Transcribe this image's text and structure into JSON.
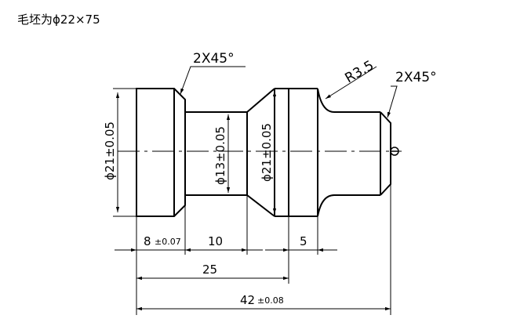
{
  "caption": "毛坯为ϕ22×75",
  "dims": {
    "chamfer_left": "2X45°",
    "chamfer_right": "2X45°",
    "radius": "R3.5",
    "dia_left": "ϕ21±0.05",
    "dia_neck": "ϕ13±0.05",
    "dia_mid": "ϕ21±0.05",
    "len_8": "8",
    "tol_8": "±0.07",
    "len_10": "10",
    "len_5": "5",
    "len_25": "25",
    "len_42": "42",
    "tol_42": "±0.08"
  }
}
